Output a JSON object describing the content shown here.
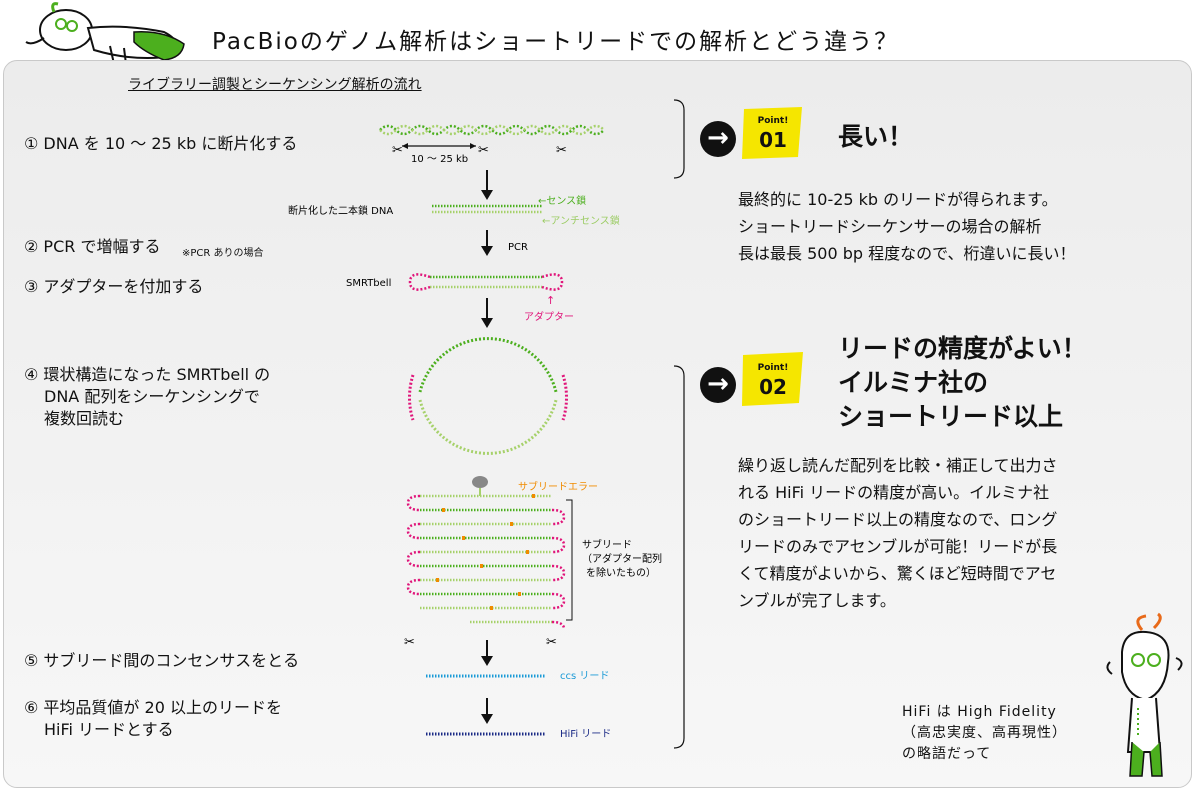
{
  "title": "PacBioのゲノム解析はショートリードでの解析とどう違う？",
  "subtitle": "ライブラリー調製とシーケンシング解析の流れ",
  "steps": {
    "s1": "① DNA を 10 ～ 25 kb に断片化する",
    "s2": "② PCR で増幅する",
    "s2_note": "※PCR ありの場合",
    "s3": "③ アダプターを付加する",
    "s4_l1": "④ 環状構造になった SMRTbell の",
    "s4_l2": "DNA 配列をシーケンシングで",
    "s4_l3": "複数回読む",
    "s5": "⑤ サブリード間のコンセンサスをとる",
    "s6_l1": "⑥ 平均品質値が 20 以上のリードを",
    "s6_l2": "HiFi リードとする"
  },
  "diagram": {
    "frag_range": "10 ～ 25 kb",
    "ds_label": "断片化した二本鎖 DNA",
    "sense": "←センス鎖",
    "antisense": "←アンチセンス鎖",
    "pcr": "PCR",
    "smrtbell": "SMRTbell",
    "adapter_arrow": "↑",
    "adapter": "アダプター",
    "subread_error": "サブリードエラー",
    "subread_l1": "サブリード",
    "subread_l2": "（アダプター配列",
    "subread_l3": "を除いたもの）",
    "ccs": "ccs リード",
    "hifi": "HiFi リード"
  },
  "point1": {
    "badge_label": "Point!",
    "badge_num": "01",
    "headline": "長い！",
    "body_l1": "最終的に 10-25 kb のリードが得られます。",
    "body_l2": "ショートリードシーケンサーの場合の解析",
    "body_l3": "長は最長 500 bp 程度なので、桁違いに長い！"
  },
  "point2": {
    "badge_label": "Point!",
    "badge_num": "02",
    "headline_l1": "リードの精度がよい！",
    "headline_l2": "イルミナ社の",
    "headline_l3": "ショートリード以上",
    "body_l1": "繰り返し読んだ配列を比較・補正して出力さ",
    "body_l2": "れる  HiFi  リードの精度が高い。イルミナ社",
    "body_l3": "のショートリード以上の精度なので、ロング",
    "body_l4": "リードのみでアセンブルが可能！リードが長",
    "body_l5": "くて精度がよいから、驚くほど短時間でアセ",
    "body_l6": "ンブルが完了します。"
  },
  "footnote": {
    "l1": "HiFi は High Fidelity",
    "l2": "（高忠実度、高再現性）",
    "l3": "の略語だって"
  },
  "icons": [
    "arrow-right-icon",
    "scissors-icon",
    "goat-mascot-icon"
  ],
  "colors": {
    "green": "#4caf1e",
    "light_green": "#a6d16a",
    "pink": "#e0157a",
    "orange": "#f08b00",
    "blue": "#1a9ad6",
    "navy": "#1b2b86",
    "badge_yellow": "#f5e600"
  }
}
